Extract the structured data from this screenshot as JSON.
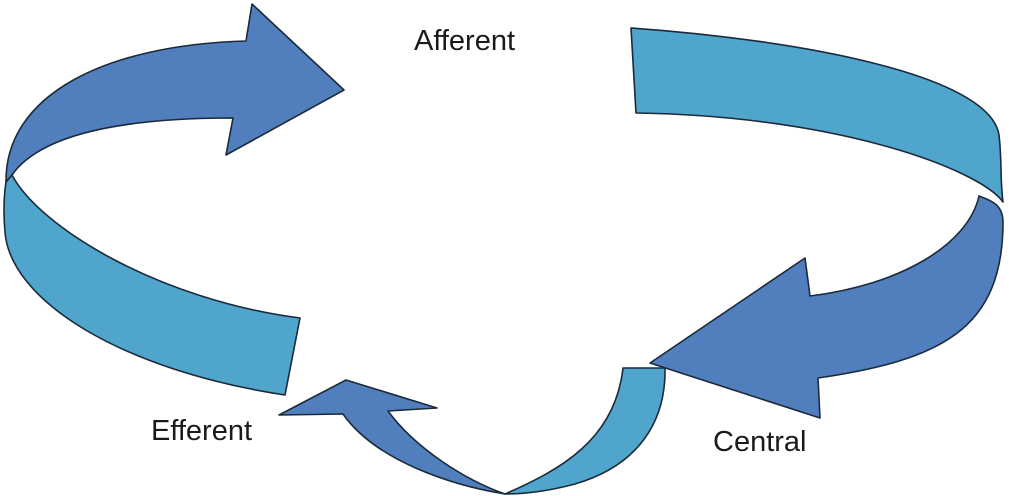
{
  "labels": {
    "afferent": "Afferent",
    "efferent": "Efferent",
    "central": "Central"
  },
  "colors": {
    "dark_blue": "#517EBC",
    "light_blue": "#4FA5CC",
    "outline": "#1b2a3a",
    "text": "#1a1a1a",
    "background": "#ffffff"
  }
}
